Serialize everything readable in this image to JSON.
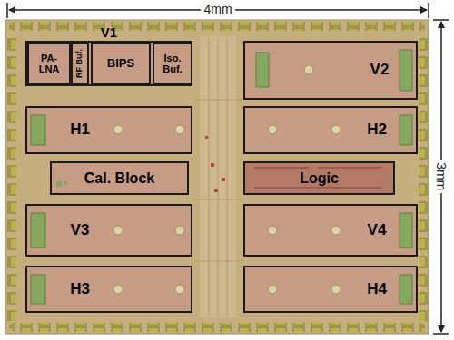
{
  "diagram": {
    "nodes": [
      {
        "text": [
          "V1"
        ]
      },
      {
        "text": [
          "PA-LNA"
        ],
        "in": 0
      },
      {
        "text": [
          "RF Buf."
        ],
        "in": 0
      },
      {
        "text": [
          "BIPS"
        ],
        "in": 0
      },
      {
        "text": [
          "Iso. Buf."
        ],
        "in": 0
      },
      {
        "text": [
          "V2"
        ]
      },
      {
        "text": [
          "H1"
        ]
      },
      {
        "text": [
          "H2"
        ]
      },
      {
        "text": [
          "Cal. Block"
        ]
      },
      {
        "text": [
          "Logic"
        ]
      },
      {
        "text": [
          "V3"
        ]
      },
      {
        "text": [
          "V4"
        ]
      },
      {
        "text": [
          "H3"
        ]
      },
      {
        "text": [
          "H4"
        ]
      }
    ],
    "labels": [
      "4mm",
      "3mm"
    ]
  }
}
